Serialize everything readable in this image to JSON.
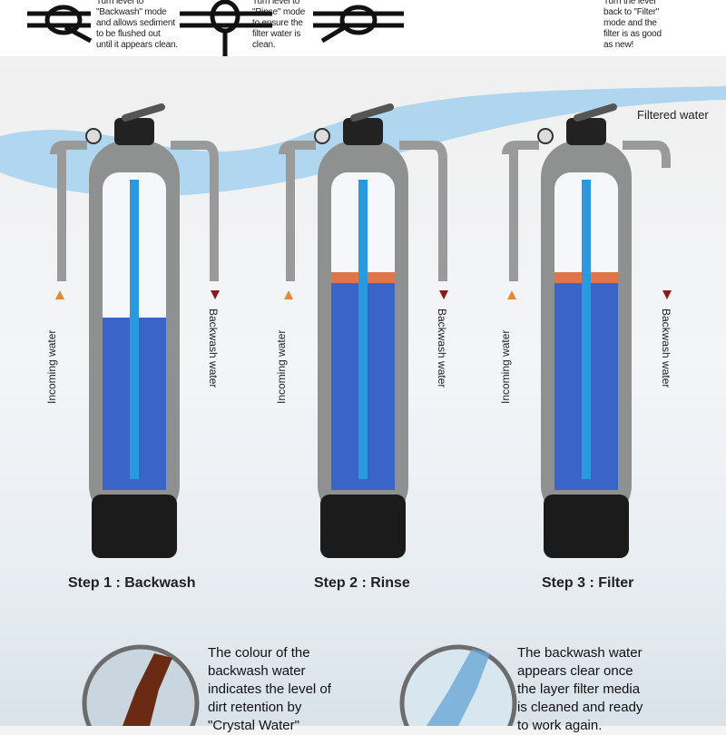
{
  "instructions": [
    {
      "text": "Turn level to \"Backwash\" mode and allows sediment to be flushed out until it appears clean."
    },
    {
      "text": "Turn level to \"Rinse\" mode to ensure the filter water is clean."
    },
    {
      "text": "Turn the level back to \"Filter\" mode and the filter is as good as new!"
    }
  ],
  "steps": [
    {
      "label": "Step 1 : Backwash",
      "left_label": "Incoming water",
      "right_label": "Backwash water"
    },
    {
      "label": "Step 2 : Rinse",
      "left_label": "Incoming water",
      "right_label": "Backwash water"
    },
    {
      "label": "Step 3 : Filter",
      "left_label": "Incoming water",
      "right_label": "Backwash water",
      "outlet_label": "Filtered water"
    }
  ],
  "notes": [
    {
      "text": "The colour of the backwash water indicates the level of dirt retention by \"Crystal Water\""
    },
    {
      "text": "The backwash water appears clear once the layer filter media is cleaned and ready to work again."
    }
  ],
  "colors": {
    "tank": "#8f9090",
    "media": "#3a64c8",
    "water": "#2a9ae0",
    "base": "#1b1b1b",
    "incoming_arrow": "#e08a3a",
    "backwash_arrow": "#8b1a1a"
  }
}
